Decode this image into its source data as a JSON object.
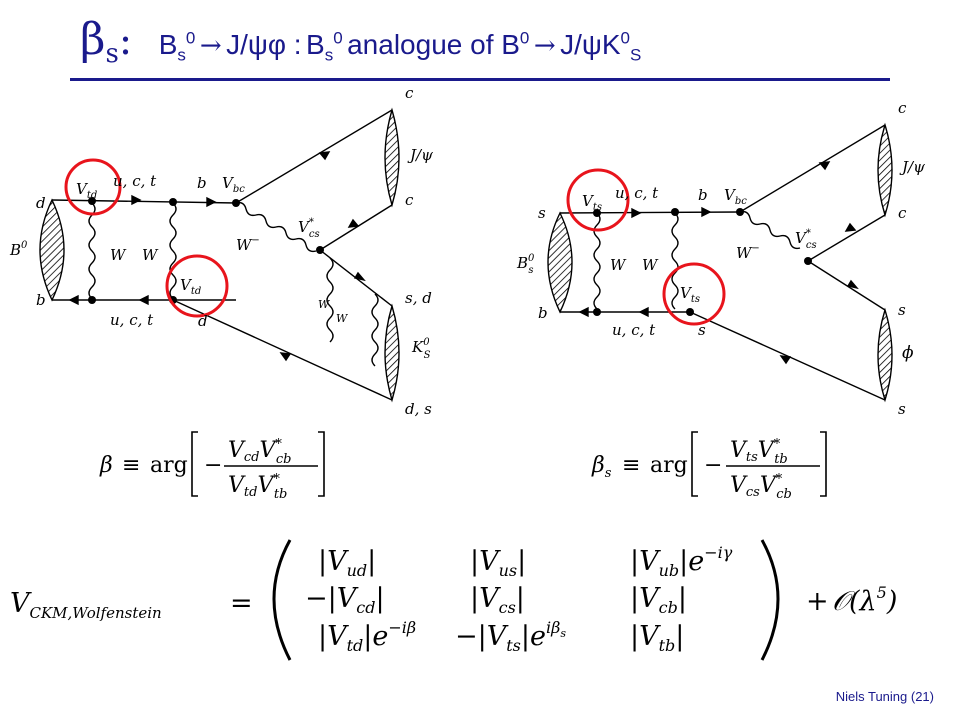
{
  "title": {
    "beta": "β",
    "beta_sub": "s",
    "colon": ":",
    "bs1": "B",
    "bs1_sub": "s",
    "bs1_sup": "0",
    "arrow1": "→",
    "jpsiphi": "J/ψφ :",
    "bs2": "B",
    "bs2_sub": "s",
    "bs2_sup": "0",
    "analogue": "analogue of B",
    "b0_sup": "0",
    "arrow2": "→",
    "jpsik": "J/ψK",
    "k_sup": "0",
    "k_sub": "S"
  },
  "diagram_left": {
    "quark_d_top": "d",
    "quark_b_bottom": "b",
    "meson": "B",
    "meson_sup": "0",
    "vtd_top": "V",
    "vtd_top_sub": "td",
    "ucts_top": "u, c, t",
    "b_label": "b",
    "vbc": "V",
    "vbc_sub": "bc",
    "w_left": "W",
    "w_right": "W",
    "w_minus": "W",
    "w_minus_sup": "−",
    "vcs": "V",
    "vcs_sup": "*",
    "vcs_sub": "cs",
    "vtd_bottom": "V",
    "vtd_bottom_sub": "td",
    "ucts_bottom": "u, c, t",
    "d_label": "d",
    "c_top": "c",
    "jpsi": "J/ψ",
    "c_mid": "c",
    "sd": "s, d",
    "w_box1": "W",
    "w_box2": "W",
    "kshort": "K",
    "kshort_sup": "0",
    "kshort_sub": "S",
    "ds": "d, s"
  },
  "diagram_right": {
    "s_top": "s",
    "b_bottom": "b",
    "meson": "B",
    "meson_sup": "0",
    "meson_sub": "s",
    "vts_top": "V",
    "vts_top_sub": "ts",
    "ucts_top": "u, c, t",
    "b_label": "b",
    "vbc": "V",
    "vbc_sub": "bc",
    "w_left": "W",
    "w_right": "W",
    "w_minus": "W",
    "w_minus_sup": "−",
    "vcs": "V",
    "vcs_sup": "*",
    "vcs_sub": "cs",
    "vts_bottom": "V",
    "vts_bottom_sub": "ts",
    "ucts_bottom": "u, c, t",
    "s_label": "s",
    "c_top": "c",
    "jpsi": "J/ψ",
    "c_mid": "c",
    "s_mid": "s",
    "phi": "ϕ",
    "s_bottom": "s"
  },
  "formula_beta": {
    "lhs": "β",
    "equiv": "≡",
    "arg": "arg",
    "minus": "−",
    "num1": "V",
    "num1_sub": "cd",
    "num2": "V",
    "num2_sup": "*",
    "num2_sub": "cb",
    "den1": "V",
    "den1_sub": "td",
    "den2": "V",
    "den2_sup": "*",
    "den2_sub": "tb"
  },
  "formula_beta_s": {
    "lhs": "β",
    "lhs_sub": "s",
    "equiv": "≡",
    "arg": "arg",
    "minus": "−",
    "num1": "V",
    "num1_sub": "ts",
    "num2": "V",
    "num2_sup": "*",
    "num2_sub": "tb",
    "den1": "V",
    "den1_sub": "cs",
    "den2": "V",
    "den2_sup": "*",
    "den2_sub": "cb"
  },
  "ckm": {
    "lhs": "V",
    "lhs_sub": "CKM,Wolfenstein",
    "equals": "=",
    "rows": [
      [
        {
          "pre": "",
          "v": "|V",
          "sub": "ud",
          "post": "|",
          "exp": ""
        },
        {
          "pre": "",
          "v": "|V",
          "sub": "us",
          "post": "|",
          "exp": ""
        },
        {
          "pre": "",
          "v": "|V",
          "sub": "ub",
          "post": "|e",
          "exp": "−iγ"
        }
      ],
      [
        {
          "pre": "−",
          "v": "|V",
          "sub": "cd",
          "post": "|",
          "exp": ""
        },
        {
          "pre": "",
          "v": "|V",
          "sub": "cs",
          "post": "|",
          "exp": ""
        },
        {
          "pre": "",
          "v": "|V",
          "sub": "cb",
          "post": "|",
          "exp": ""
        }
      ],
      [
        {
          "pre": "",
          "v": "|V",
          "sub": "td",
          "post": "|e",
          "exp": "−iβ"
        },
        {
          "pre": "−",
          "v": "|V",
          "sub": "ts",
          "post": "|e",
          "exp": "iβ"
        },
        {
          "pre": "",
          "v": "|V",
          "sub": "tb",
          "post": "|",
          "exp": ""
        }
      ]
    ],
    "exp_bs_sub": "s",
    "plus": "+",
    "order": "𝒪(λ",
    "order_sup": "5",
    "order_close": ")"
  },
  "footer": "Niels Tuning (21)",
  "colors": {
    "title": "#1a1a8c",
    "highlight": "#e8141c",
    "ink": "#000000"
  }
}
